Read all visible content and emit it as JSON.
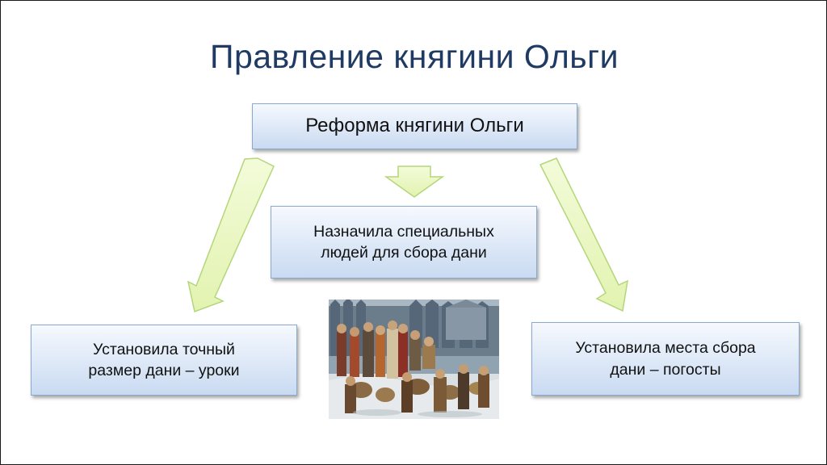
{
  "slide": {
    "title": "Правление княгини Ольги"
  },
  "diagram": {
    "top_box": "Реформа княгини Ольги",
    "center_box": {
      "line1": "Назначила специальных",
      "line2": "людей для сбора дани"
    },
    "left_box": {
      "line1": "Установила точный",
      "line2": "размер дани – уроки"
    },
    "right_box": {
      "line1": "Установила места сбора",
      "line2": "дани –  погосты"
    },
    "arrow_fill_color": "#eaf7c0",
    "arrow_stroke_color": "#b5d67a",
    "box_border_color": "#8aa9cf"
  },
  "illustration": {
    "subject": "painting-tribute-collection"
  }
}
